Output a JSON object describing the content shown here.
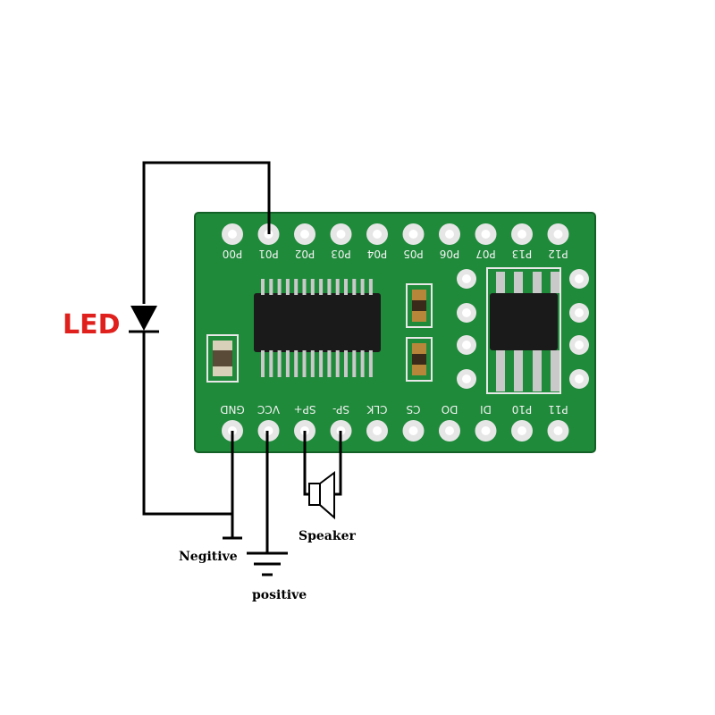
{
  "colors": {
    "pcb": "#1f8a3a",
    "pcb_dark": "#17702e",
    "silkscreen": "#f2f2f2",
    "chip": "#1a1a1a",
    "pin_metal": "#c9c9c9",
    "wire": "#000000",
    "led_label": "#e0201c"
  },
  "labels": {
    "led": "LED",
    "negative": "Negitive",
    "positive": "positive",
    "speaker": "Speaker"
  },
  "board": {
    "top_pins": [
      "P00",
      "P01",
      "P02",
      "P03",
      "P04",
      "P05",
      "P06",
      "P07",
      "P13",
      "P12"
    ],
    "bottom_pins": [
      "GND",
      "VCC",
      "SP+",
      "SP-",
      "CLK",
      "CS",
      "DO",
      "DI",
      "P10",
      "P11"
    ]
  },
  "icons": {
    "diode": "diode-icon",
    "speaker": "speaker-icon",
    "ground": "ground-icon"
  }
}
